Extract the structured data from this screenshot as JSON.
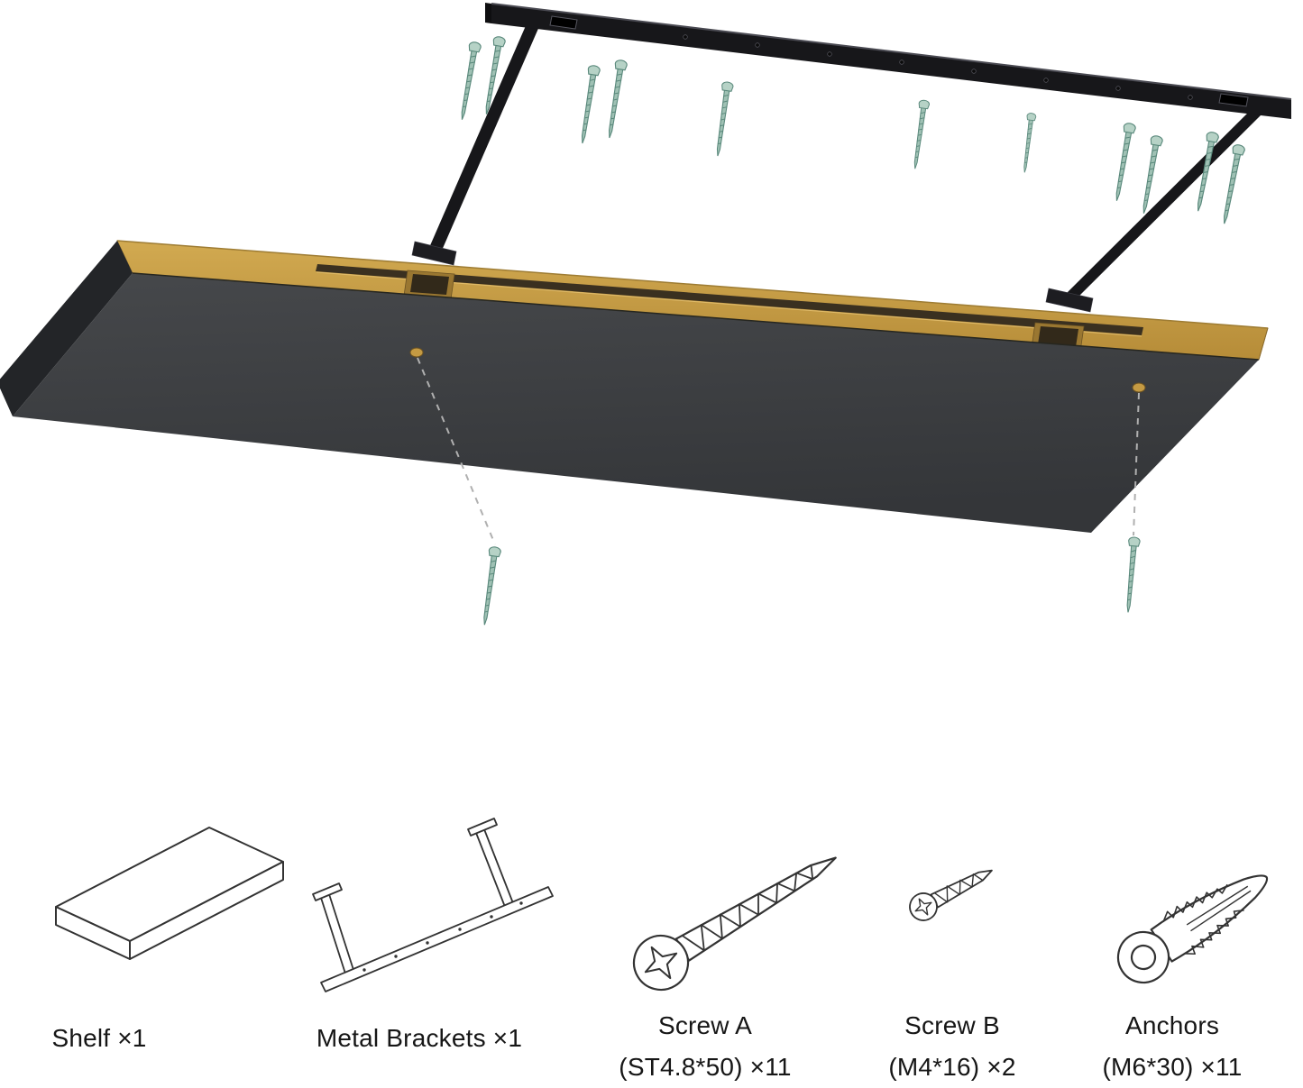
{
  "parts": {
    "shelf": {
      "label": "Shelf ×1"
    },
    "brackets": {
      "label": "Metal Brackets ×1"
    },
    "screw_a": {
      "label": "Screw A",
      "spec": "(ST4.8*50) ×11"
    },
    "screw_b": {
      "label": "Screw B",
      "spec": "(M4*16) ×2"
    },
    "anchors": {
      "label": "Anchors",
      "spec": "(M6*30) ×11"
    }
  },
  "diagram": {
    "icon_names": [
      "shelf-board-icon",
      "mounting-bracket-icon",
      "screw-a-icon",
      "screw-b-icon",
      "wall-anchor-icon"
    ],
    "colors": {
      "shelf_underside": "#3c3e41",
      "shelf_wood_edge": "#c59b42",
      "bracket_metal": "#17171a",
      "screw_green": "#9fc1b4",
      "line_art": "#2b2b2b",
      "background": "#ffffff"
    }
  }
}
